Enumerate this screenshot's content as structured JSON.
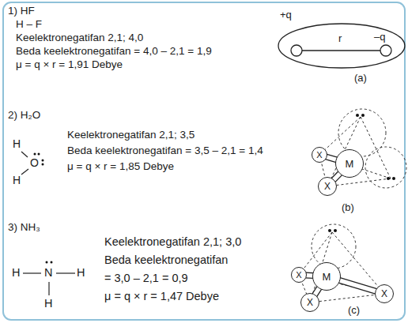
{
  "diagram": {
    "nodes": [
      {
        "text": [
          "X"
        ]
      },
      {
        "text": [
          "M"
        ]
      },
      {
        "text": [
          "X"
        ]
      },
      {
        "text": [
          "X"
        ]
      },
      {
        "text": [
          "M"
        ]
      },
      {
        "text": [
          "X"
        ]
      },
      {
        "text": [
          "X"
        ]
      }
    ],
    "edges": [
      {
        "from": 1,
        "to": 0,
        "arrow": "none"
      },
      {
        "from": 1,
        "to": 2,
        "arrow": "none"
      },
      {
        "from": 4,
        "to": 3,
        "arrow": "none"
      },
      {
        "from": 4,
        "to": 5,
        "arrow": "none"
      },
      {
        "from": 4,
        "to": 6,
        "arrow": "none"
      }
    ],
    "labels": [
      "1) HF",
      "H – F",
      "Keelektronegatifan 2,1; 4,0",
      "Beda keelektronegatifan = 4,0 – 2,1 = 1,9",
      "μ = q × r = 1,91 Debye",
      "+q",
      "r",
      "–q",
      "(a)",
      "2) H₂O",
      "H",
      "O",
      "H",
      "Keelektronegatifan 2,1; 3,5",
      "Beda keelektronegatifan = 3,5 – 2,1 = 1,4",
      "μ = q × r = 1,85 Debye",
      "(b)",
      "3) NH₃",
      "H",
      "N",
      "H",
      "H",
      "Keelektronegatifan 2,1; 3,0",
      "Beda keelektronegatifan",
      "= 3,0 – 2,1 = 0,9",
      "μ = q × r = 1,47 Debye",
      "(c)"
    ]
  }
}
